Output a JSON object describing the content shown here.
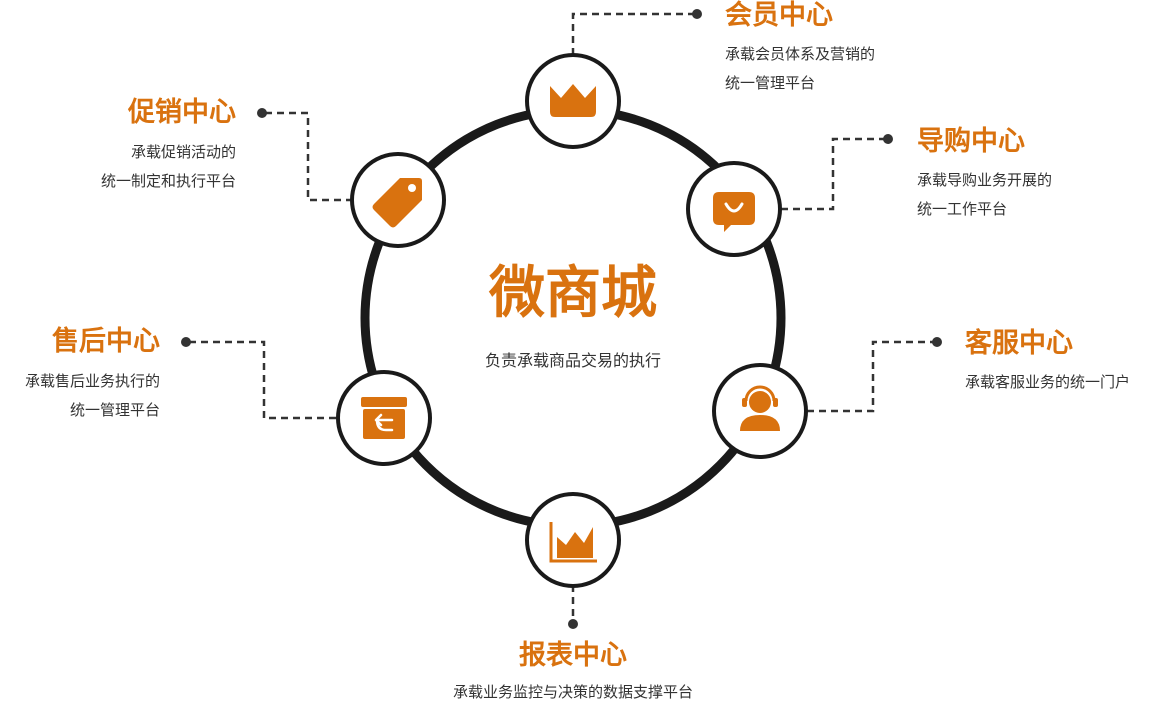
{
  "center": {
    "title": "微商城",
    "subtitle": "负责承载商品交易的执行"
  },
  "colors": {
    "accent": "#d9720f",
    "ring": "#1a1a1a",
    "text": "#333333"
  },
  "nodes": [
    {
      "id": "member",
      "icon": "crown-icon",
      "title": "会员中心",
      "desc": [
        "承载会员体系及营销的",
        "统一管理平台"
      ]
    },
    {
      "id": "guide",
      "icon": "chat-smile-icon",
      "title": "导购中心",
      "desc": [
        "承载导购业务开展的",
        "统一工作平台"
      ]
    },
    {
      "id": "service",
      "icon": "headset-agent-icon",
      "title": "客服中心",
      "desc": [
        "承载客服业务的统一门户"
      ]
    },
    {
      "id": "report",
      "icon": "area-chart-icon",
      "title": "报表中心",
      "desc": [
        "承载业务监控与决策的数据支撑平台"
      ]
    },
    {
      "id": "aftersale",
      "icon": "return-box-icon",
      "title": "售后中心",
      "desc": [
        "承载售后业务执行的",
        "统一管理平台"
      ]
    },
    {
      "id": "promo",
      "icon": "price-tag-icon",
      "title": "促销中心",
      "desc": [
        "承载促销活动的",
        "统一制定和执行平台"
      ]
    }
  ]
}
